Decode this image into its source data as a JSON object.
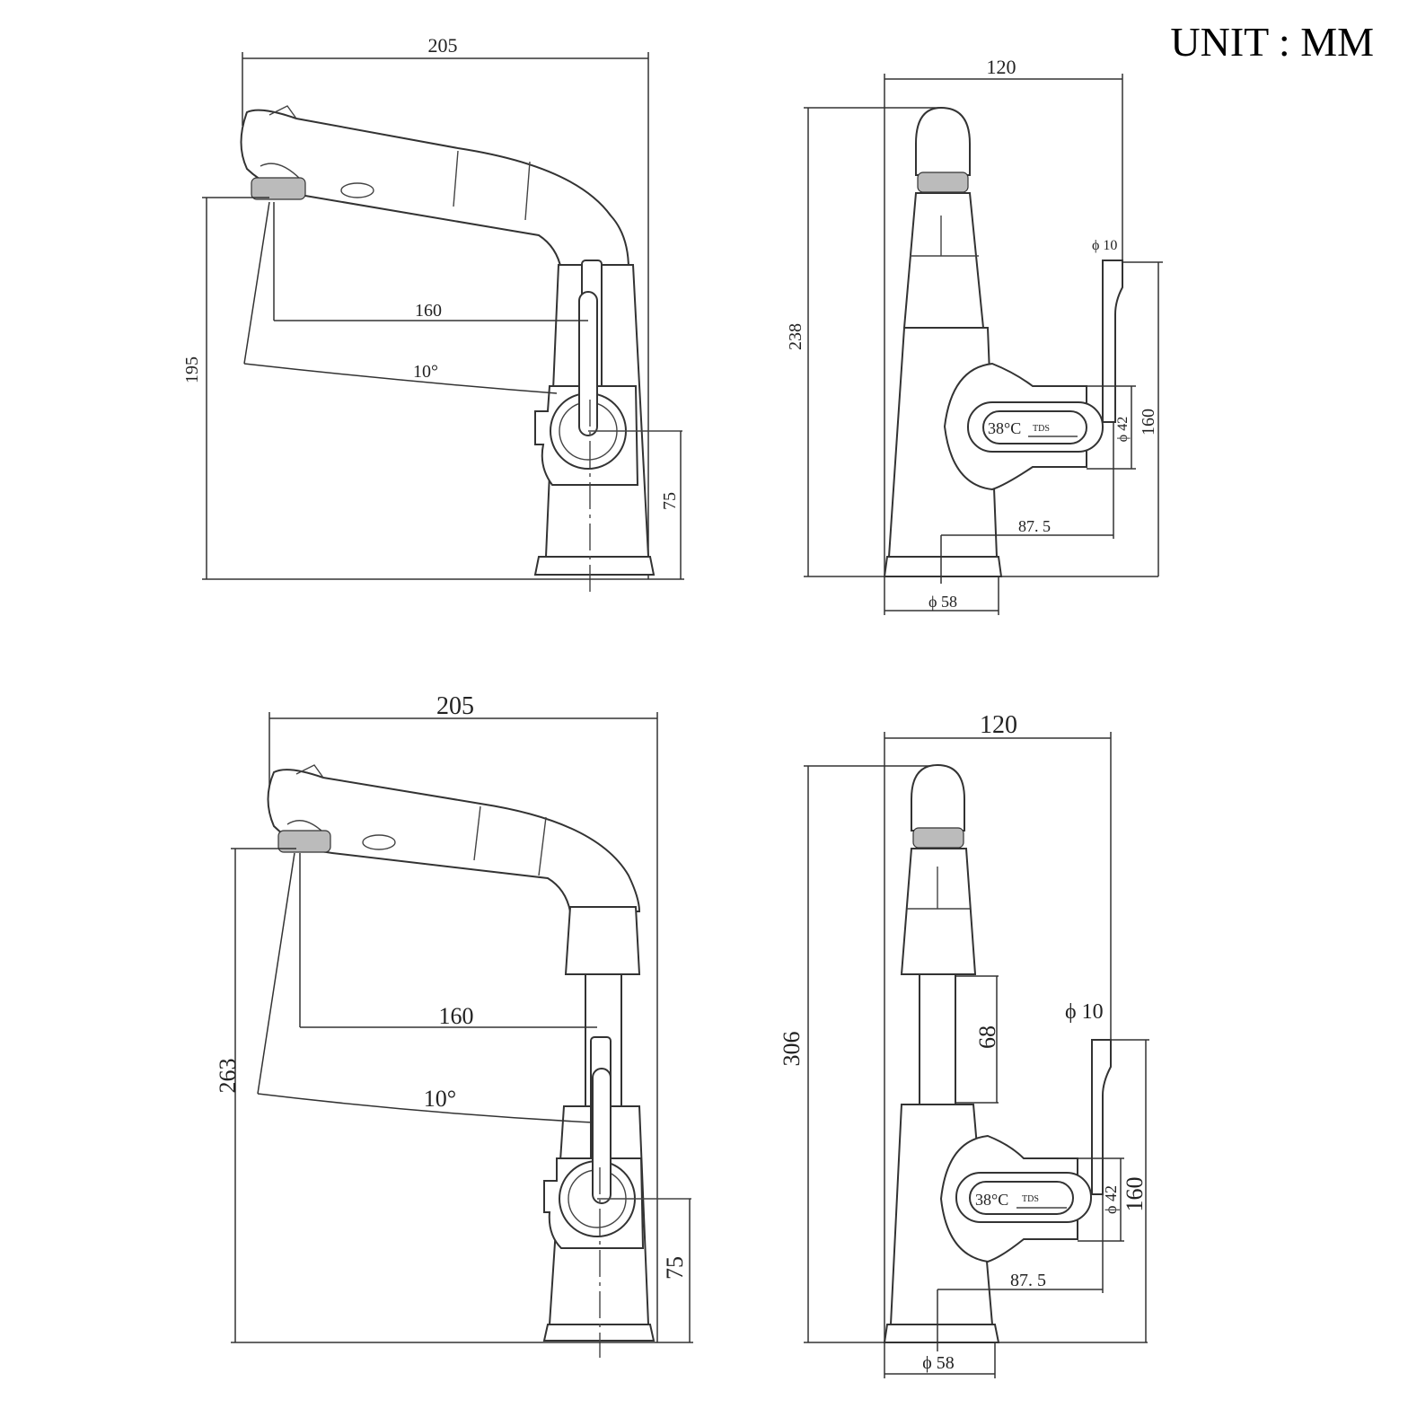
{
  "unit_label": "UNIT : MM",
  "views": {
    "top_side": {
      "width": "205",
      "height": "195",
      "reach": "160",
      "angle": "10°",
      "base_height": "75"
    },
    "top_front": {
      "width": "120",
      "height": "238",
      "pipe_diameter": "ϕ 10",
      "pipe_length": "160",
      "body_diameter": "ϕ 42",
      "offset": "87. 5",
      "base_diameter": "ϕ 58",
      "display_temp": "38°C",
      "display_tds": "TDS"
    },
    "bottom_side": {
      "width": "205",
      "height": "263",
      "reach": "160",
      "angle": "10°",
      "base_height": "75"
    },
    "bottom_front": {
      "width": "120",
      "height": "306",
      "extension": "68",
      "pipe_diameter": "ϕ 10",
      "pipe_length": "160",
      "body_diameter": "ϕ 42",
      "offset": "87. 5",
      "base_diameter": "ϕ 58",
      "display_temp": "38°C",
      "display_tds": "TDS"
    }
  }
}
